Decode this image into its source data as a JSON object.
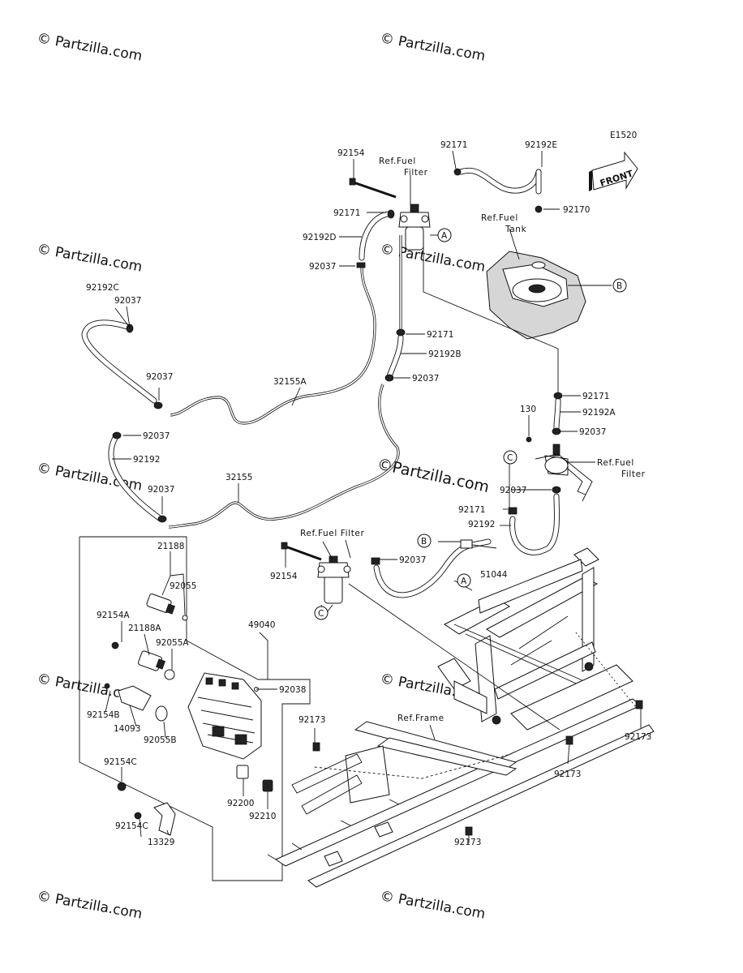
{
  "diagram_code": "E1520",
  "front_label": "FRONT",
  "watermark": "© Partzilla.com",
  "watermark_main": "©Partzilla.com",
  "callouts": {
    "a": "A",
    "b": "B",
    "c": "C"
  },
  "refs": {
    "fuel_filter_top_l1": "Ref.Fuel",
    "fuel_filter_top_l2": "Filter",
    "fuel_tank_l1": "Ref.Fuel",
    "fuel_tank_l2": "Tank",
    "fuel_filter_right_l1": "Ref.Fuel",
    "fuel_filter_right_l2": "Filter",
    "fuel_filter_mid": "Ref.Fuel Filter",
    "frame": "Ref.Frame"
  },
  "parts": {
    "p92154_top": "92154",
    "p92171_top": "92171",
    "p92192E": "92192E",
    "p92171_left": "92171",
    "p92170": "92170",
    "p92192D": "92192D",
    "p92037_a": "92037",
    "p92192C": "92192C",
    "p92037_b": "92037",
    "p92171_mid": "92171",
    "p92192B": "92192B",
    "p92037_c": "92037",
    "p92037_d": "92037",
    "p32155A": "32155A",
    "p92171_r": "92171",
    "p92192A": "92192A",
    "p130": "130",
    "p92037_e": "92037",
    "p92037_f": "92037",
    "p92192": "92192",
    "p92037_g": "92037",
    "p32155": "32155",
    "p92037_h": "92037",
    "p92171_low": "92171",
    "p92192_low": "92192",
    "p51044": "51044",
    "p92037_i": "92037",
    "p92154_mid": "92154",
    "p21188": "21188",
    "p92055": "92055",
    "p49040": "49040",
    "p92154A": "92154A",
    "p21188A": "21188A",
    "p92055A": "92055A",
    "p92038": "92038",
    "p92154B": "92154B",
    "p14093": "14093",
    "p92055B": "92055B",
    "p92173_a": "92173",
    "p92173_b": "92173",
    "p92173_c": "92173",
    "p92173_d": "92173",
    "p92154C_a": "92154C",
    "p92200": "92200",
    "p92154C_b": "92154C",
    "p92210": "92210",
    "p13329": "13329"
  }
}
